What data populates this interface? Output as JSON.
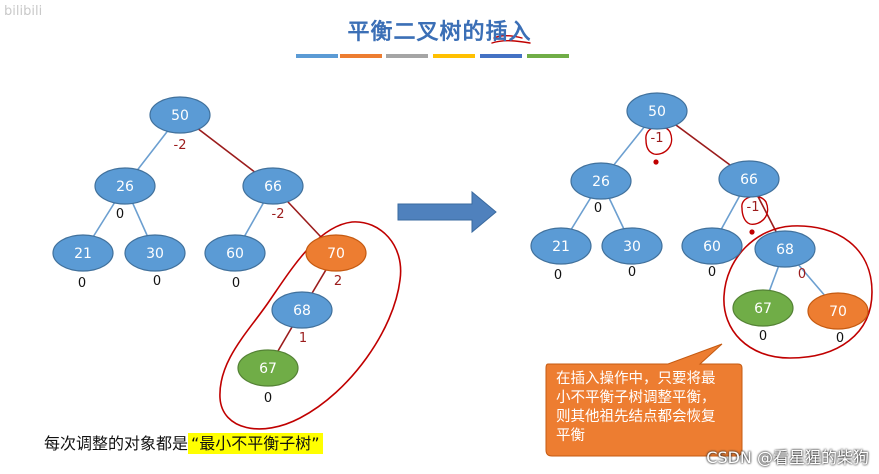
{
  "watermark": "bilibili",
  "title": "平衡二叉树的插入",
  "title_bar_colors": [
    "#5b9bd5",
    "#ed7d31",
    "#a5a5a5",
    "#ffc000",
    "#4472c4",
    "#70ad47"
  ],
  "colors": {
    "node_blue": "#5b9bd5",
    "node_orange": "#ed7d31",
    "node_green": "#70ad47",
    "edge_blue": "#6c9fd0",
    "edge_red": "#9b1c1c",
    "balance_red": "#9b1c1c",
    "ink_red": "#c00000",
    "arrow": "#4f81bd",
    "callout": "#ed7d31"
  },
  "before_tree": {
    "nodes": [
      {
        "key": "50",
        "balance": "-2",
        "color": "blue"
      },
      {
        "key": "26",
        "balance": "0",
        "color": "blue"
      },
      {
        "key": "66",
        "balance": "-2",
        "color": "blue"
      },
      {
        "key": "21",
        "balance": "0",
        "color": "blue"
      },
      {
        "key": "30",
        "balance": "0",
        "color": "blue"
      },
      {
        "key": "60",
        "balance": "0",
        "color": "blue"
      },
      {
        "key": "70",
        "balance": "2",
        "color": "orange"
      },
      {
        "key": "68",
        "balance": "1",
        "color": "blue"
      },
      {
        "key": "67",
        "balance": "0",
        "color": "green"
      }
    ],
    "edges": [
      [
        "50",
        "26"
      ],
      [
        "50",
        "66"
      ],
      [
        "26",
        "21"
      ],
      [
        "26",
        "30"
      ],
      [
        "66",
        "60"
      ],
      [
        "66",
        "70"
      ],
      [
        "70",
        "68"
      ],
      [
        "68",
        "67"
      ]
    ],
    "red_path": [
      [
        "50",
        "66"
      ],
      [
        "66",
        "70"
      ],
      [
        "70",
        "68"
      ],
      [
        "68",
        "67"
      ]
    ]
  },
  "after_tree": {
    "nodes": [
      {
        "key": "50",
        "balance": "-1",
        "color": "blue"
      },
      {
        "key": "26",
        "balance": "0",
        "color": "blue"
      },
      {
        "key": "66",
        "balance": "-1",
        "color": "blue"
      },
      {
        "key": "21",
        "balance": "0",
        "color": "blue"
      },
      {
        "key": "30",
        "balance": "0",
        "color": "blue"
      },
      {
        "key": "60",
        "balance": "0",
        "color": "blue"
      },
      {
        "key": "68",
        "balance": "0",
        "color": "blue"
      },
      {
        "key": "67",
        "balance": "0",
        "color": "green"
      },
      {
        "key": "70",
        "balance": "0",
        "color": "orange"
      }
    ],
    "edges": [
      [
        "50",
        "26"
      ],
      [
        "50",
        "66"
      ],
      [
        "26",
        "21"
      ],
      [
        "26",
        "30"
      ],
      [
        "66",
        "60"
      ],
      [
        "66",
        "68"
      ],
      [
        "68",
        "67"
      ],
      [
        "68",
        "70"
      ]
    ],
    "red_path": [
      [
        "50",
        "66"
      ],
      [
        "66",
        "68"
      ]
    ]
  },
  "caption_prefix": "每次调整的对象都是",
  "caption_highlight": "“最小不平衡子树”",
  "callout_text": "在插入操作中，只要将最小不平衡子树调整平衡，则其他祖先结点都会恢复平衡",
  "footer": "CSDN @看星猩的柴狗"
}
